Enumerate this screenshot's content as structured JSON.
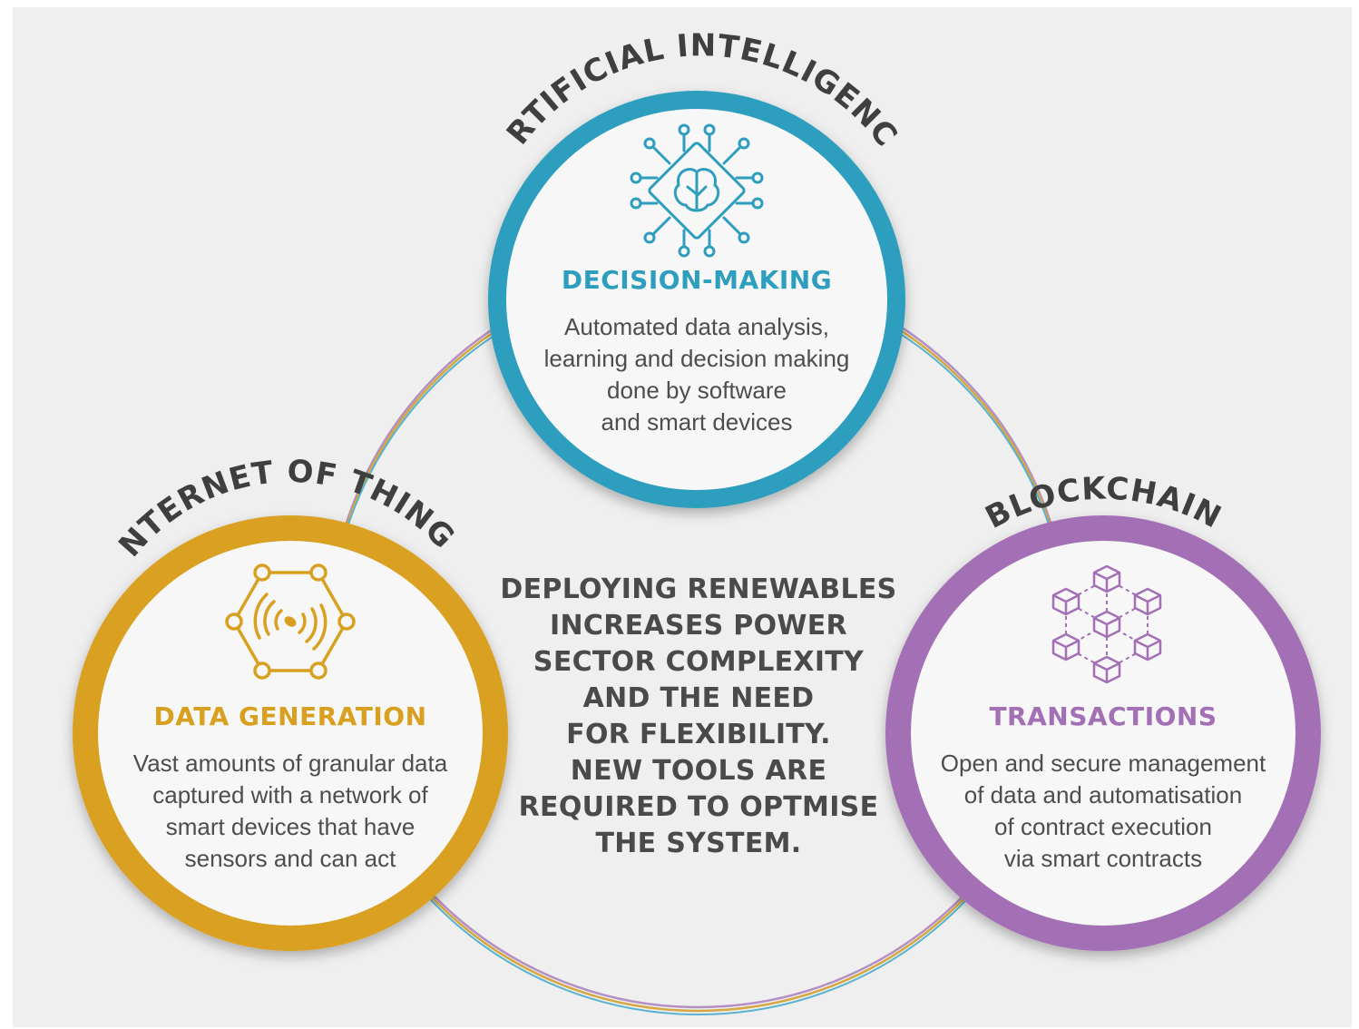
{
  "colors": {
    "background": "#efefef",
    "ai": "#2e9ebf",
    "iot": "#d9a020",
    "blockchain": "#a36fb5",
    "text": "#4a4a4a"
  },
  "ai": {
    "label": "ARTIFICIAL INTELLIGENCE",
    "heading": "DECISION-MAKING",
    "description": "Automated data analysis,\nlearning and decision making\ndone by software\nand smart devices",
    "icon": "brain-chip-icon"
  },
  "iot": {
    "label": "INTERNET OF THINGS",
    "heading": "DATA GENERATION",
    "description": "Vast amounts of granular data\ncaptured with a network of\nsmart devices that have\nsensors and can act",
    "icon": "sensor-hexagon-icon"
  },
  "blockchain": {
    "label": "BLOCKCHAIN",
    "heading": "TRANSACTIONS",
    "description": "Open and secure management\nof data and automatisation\nof contract execution\nvia smart contracts",
    "icon": "cube-network-icon"
  },
  "center_message": "DEPLOYING RENEWABLES\nINCREASES POWER\nSECTOR COMPLEXITY\nAND THE NEED\nFOR FLEXIBILITY.\nNEW TOOLS ARE\nREQUIRED TO OPTMISE\nTHE SYSTEM."
}
